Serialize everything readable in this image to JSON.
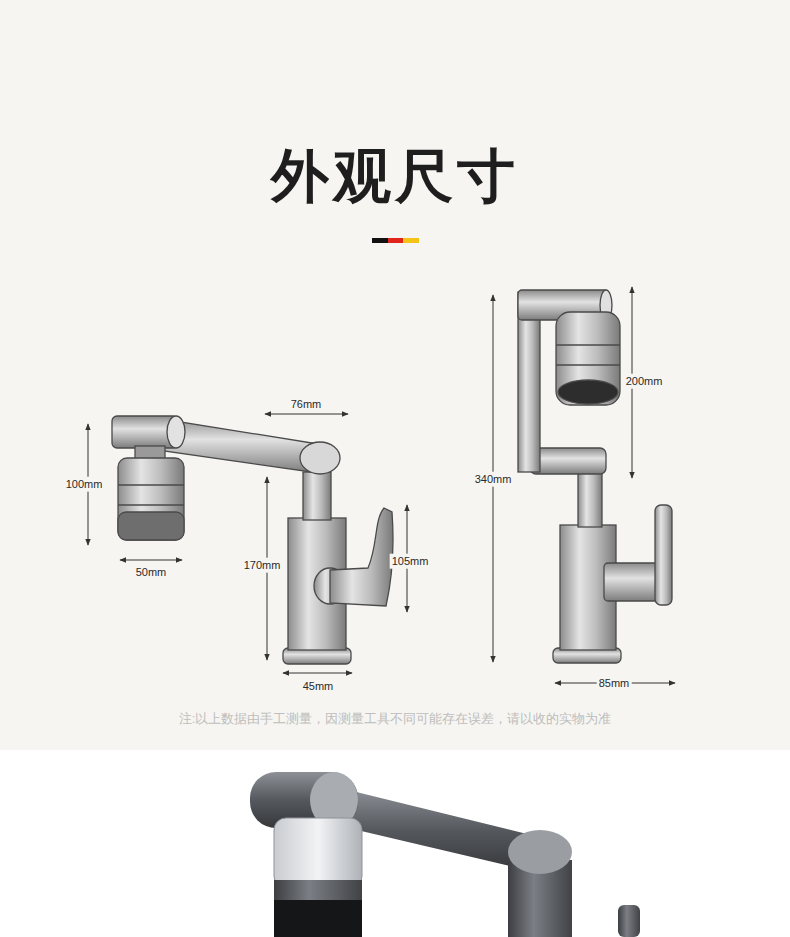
{
  "diagram": {
    "title": "外观尺寸",
    "labels": [
      "76mm",
      "100mm",
      "50mm",
      "170mm",
      "105mm",
      "45mm",
      "200mm",
      "340mm",
      "85mm",
      "注:以上数据由手工测量，因测量工具不同可能存在误差，请以收的实物为准"
    ]
  }
}
